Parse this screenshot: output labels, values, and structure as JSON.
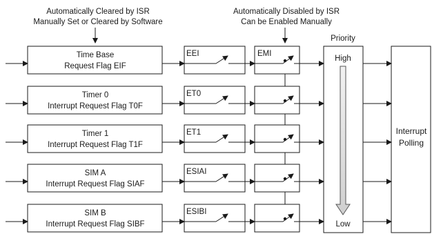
{
  "top_labels": {
    "left_line1": "Automatically Cleared by ISR",
    "left_line2": "Manually Set or Cleared by Software",
    "right_line1": "Automatically Disabled by ISR",
    "right_line2": "Can be Enabled Manually"
  },
  "priority_label": "Priority",
  "priority_high": "High",
  "priority_low": "Low",
  "polling_line1": "Interrupt",
  "polling_line2": "Polling",
  "master_enable_label": "EMI",
  "rows": [
    {
      "flag_line1": "Time Base",
      "flag_line2": "Request Flag EIF",
      "enable_label": "EEI"
    },
    {
      "flag_line1": "Timer 0",
      "flag_line2": "Interrupt Request Flag T0F",
      "enable_label": "ET0"
    },
    {
      "flag_line1": "Timer 1",
      "flag_line2": "Interrupt Request Flag T1F",
      "enable_label": "ET1"
    },
    {
      "flag_line1": "SIM A",
      "flag_line2": "Interrupt Request Flag SIAF",
      "enable_label": "ESIAI"
    },
    {
      "flag_line1": "SIM B",
      "flag_line2": "Interrupt Request Flag SIBF",
      "enable_label": "ESIBI"
    }
  ]
}
